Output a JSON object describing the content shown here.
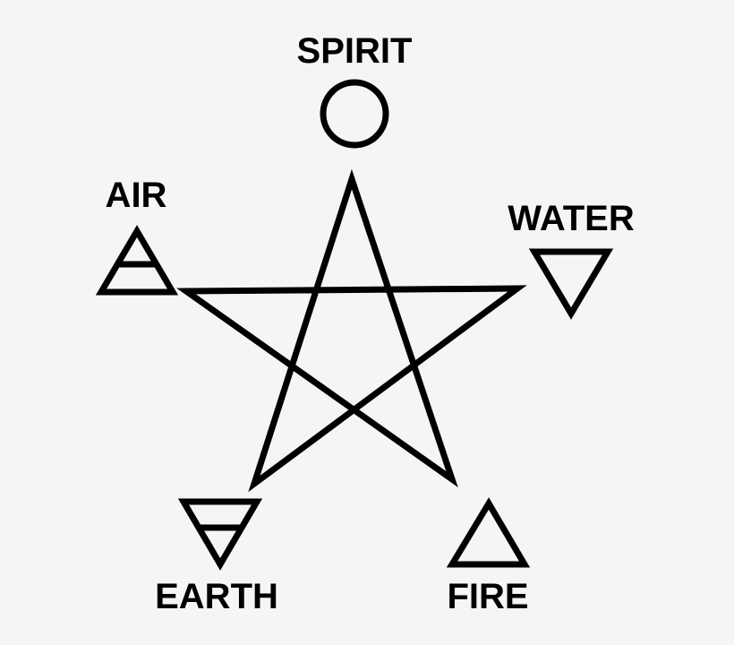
{
  "elements": {
    "spirit": {
      "label": "SPIRIT",
      "symbol": "circle-icon"
    },
    "air": {
      "label": "AIR",
      "symbol": "air-triangle-icon"
    },
    "water": {
      "label": "WATER",
      "symbol": "water-triangle-icon"
    },
    "earth": {
      "label": "EARTH",
      "symbol": "earth-triangle-icon"
    },
    "fire": {
      "label": "FIRE",
      "symbol": "fire-triangle-icon"
    }
  },
  "colors": {
    "background": "#f5f5f5",
    "ink": "#000000"
  }
}
